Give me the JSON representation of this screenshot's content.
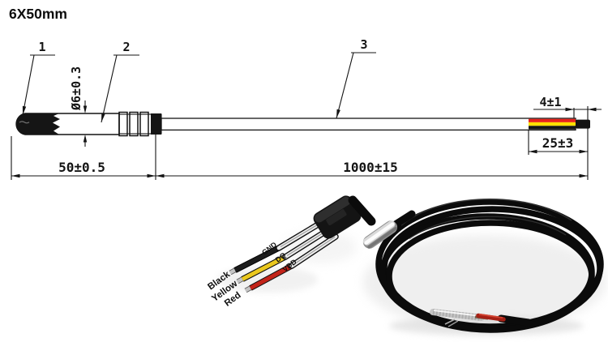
{
  "title": "6X50mm",
  "drawing": {
    "callout_1": "1",
    "callout_2": "2",
    "callout_3": "3",
    "dim_diameter": "Ø6±0.3",
    "dim_probe_length": "50±0.5",
    "dim_cable_length": "1000±15",
    "dim_strip_length": "25±3",
    "dim_tin_length": "4±1",
    "stripe_colors": {
      "red": "#e8221b",
      "yellow": "#ffdf00",
      "black": "#141414"
    }
  },
  "sensor_photo": {
    "pin_labels": [
      "GND",
      "DQ",
      "VDD"
    ],
    "wire_labels": [
      "Black",
      "Yellow",
      "Red"
    ],
    "wire_colors": {
      "black": "#1c1c1c",
      "yellow": "#eac81e",
      "red": "#c3241a"
    }
  }
}
